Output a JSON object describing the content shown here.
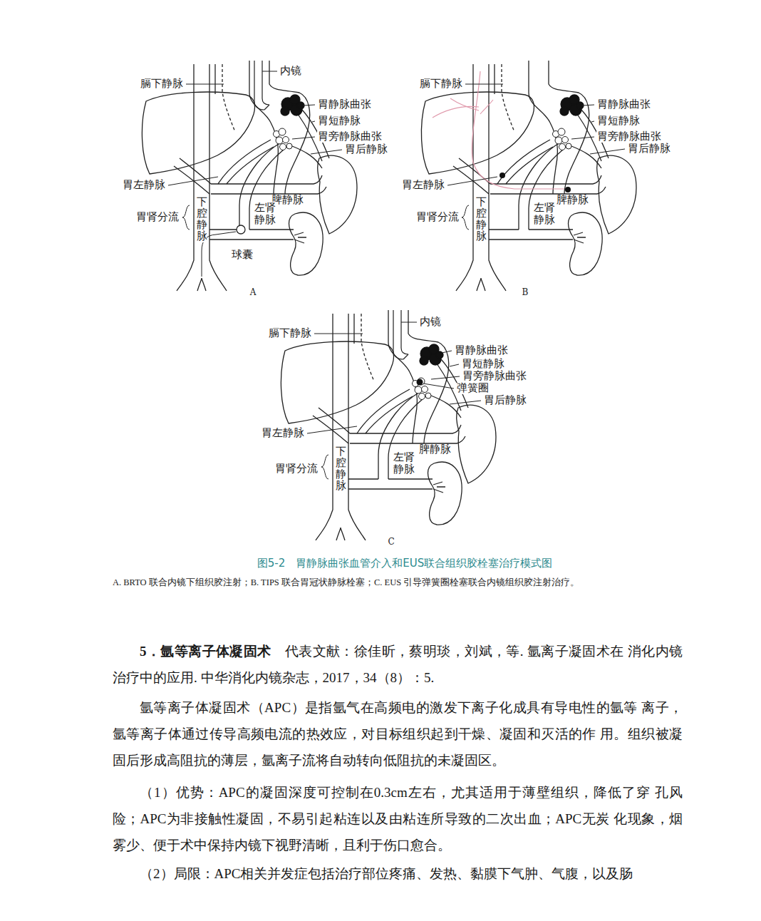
{
  "diagram": {
    "caption": "图5-2　胃静脉曲张血管介入和EUS联合组织胶栓塞治疗模式图",
    "labels": [
      "膈下静脉",
      "内镜",
      "胃静脉曲张",
      "胃短静脉",
      "胃旁静脉曲张",
      "胃后静脉",
      "胃左静脉",
      "脾静脉",
      "下腔静脉",
      "左肾 静脉",
      "胃肾分流",
      "球囊",
      "A",
      "膈下静脉",
      "胃静脉曲张",
      "胃短静脉",
      "胃旁静脉曲张",
      "胃后静脉",
      "胃左静脉",
      "脾静脉",
      "下腔静脉",
      "左肾 静脉",
      "胃肾分流",
      "B",
      "膈下静脉",
      "内镜",
      "胃静脉曲张",
      "胃短静脉",
      "胃旁静脉曲张",
      "弹簧圈",
      "胃后静脉",
      "胃左静脉",
      "脾静脉",
      "下腔静脉",
      "左肾 静脉",
      "胃肾分流",
      "C",
      "A. BRTO 联合内镜下组织胶注射；B. TIPS 联合胃冠状静脉栓塞；C. EUS 引导弹簧圈栓塞联合内镜组织胶注射治疗。",
      "5．氩等离子体凝固术",
      "代表文献：徐佳昕，蔡明琰，刘斌，等. 氩离子凝固术在 消化内镜治疗中的应用. 中华消化内镜杂志，2017，34（8）：5.",
      "氩等离子体凝固术（APC）是指氩气在高频电的激发下离子化成具有导电性的氩等 离子，氩等离子体通过传导高频电流的热效应，对目标组织起到干燥、凝固和灭活的作 用。组织被凝固后形成高阻抗的薄层，氩离子流将自动转向低阻抗的未凝固区。",
      "（1）优势：APC的凝固深度可控制在0.3cm左右，尤其适用于薄壁组织，降低了穿 孔风险；APC为非接触性凝固，不易引起粘连以及由粘连所导致的二次出血；APC无炭 化现象，烟雾少、便于术中保持内镜下视野清晰，且利于伤口愈合。",
      "（2）局限：APC相关并发症包括治疗部位疼痛、发热、黏膜下气肿、气腹，以及肠"
    ]
  }
}
